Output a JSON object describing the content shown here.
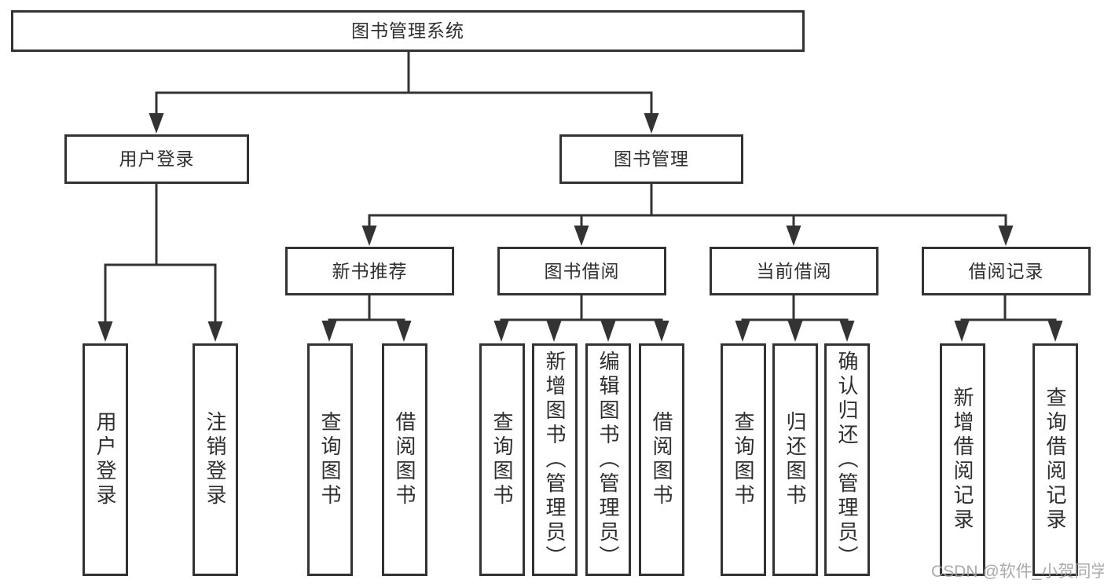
{
  "tree": {
    "label": "图书管理系统",
    "children": [
      {
        "label": "用户登录",
        "children": [
          {
            "label": "用户登录"
          },
          {
            "label": "注销登录"
          }
        ]
      },
      {
        "label": "图书管理",
        "children": [
          {
            "label": "新书推荐",
            "children": [
              {
                "label": "查询图书"
              },
              {
                "label": "借阅图书"
              }
            ]
          },
          {
            "label": "图书借阅",
            "children": [
              {
                "label": "查询图书"
              },
              {
                "label": "新增图书（管理员）"
              },
              {
                "label": "编辑图书（管理员）"
              },
              {
                "label": "借阅图书"
              }
            ]
          },
          {
            "label": "当前借阅",
            "children": [
              {
                "label": "查询图书"
              },
              {
                "label": "归还图书"
              },
              {
                "label": "确认归还（管理员）"
              }
            ]
          },
          {
            "label": "借阅记录",
            "children": [
              {
                "label": "新增借阅记录"
              },
              {
                "label": "查询借阅记录"
              }
            ]
          }
        ]
      }
    ]
  },
  "watermark": {
    "text": "CSDN @软件_小贺同学"
  },
  "colors": {
    "line": "#333333",
    "node_border": "#333333",
    "text": "#2f2f2f",
    "watermark": "#9e9e9e",
    "background": "#ffffff"
  }
}
